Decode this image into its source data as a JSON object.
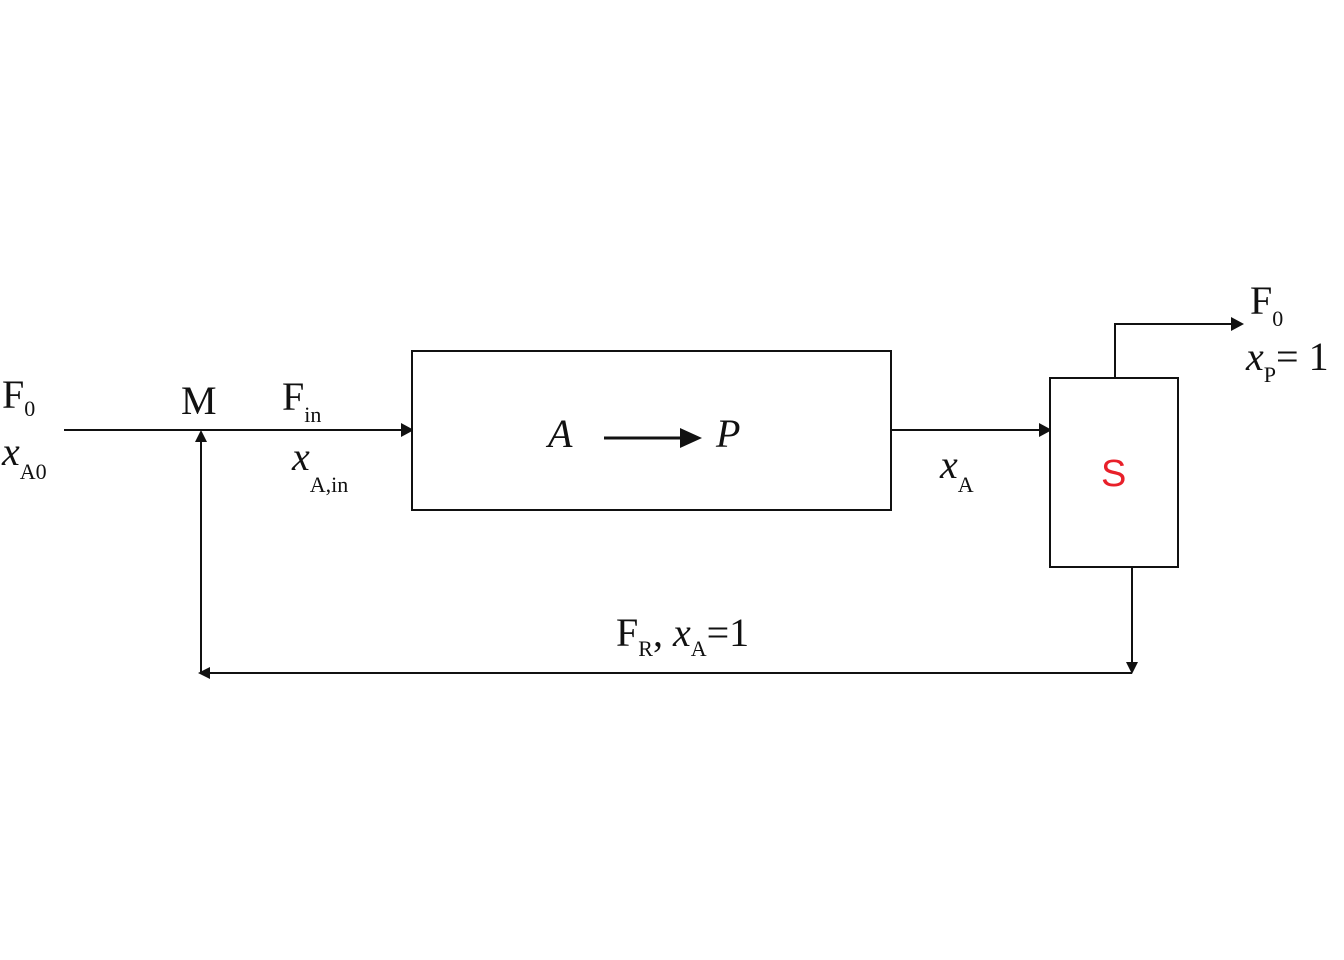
{
  "feed": {
    "flow": "F",
    "flow_sub": "0",
    "comp": "x",
    "comp_sub": "A0"
  },
  "mixer": {
    "label": "M",
    "color": "#3cb521"
  },
  "reactor_inlet": {
    "flow": "F",
    "flow_sub": "in",
    "comp": "x",
    "comp_sub": "A,in"
  },
  "reactor": {
    "reactant": "A",
    "product": "P"
  },
  "reactor_outlet": {
    "comp": "x",
    "comp_sub": "A"
  },
  "separator": {
    "label": "S",
    "color": "#e8202a"
  },
  "product": {
    "flow": "F",
    "flow_sub": "0",
    "comp": "x",
    "comp_sub": "P",
    "comp_value": "= 1"
  },
  "recycle": {
    "flow": "F",
    "flow_sub": "R",
    "separator": ", ",
    "comp": "x",
    "comp_sub": "A",
    "comp_value": "=1"
  }
}
